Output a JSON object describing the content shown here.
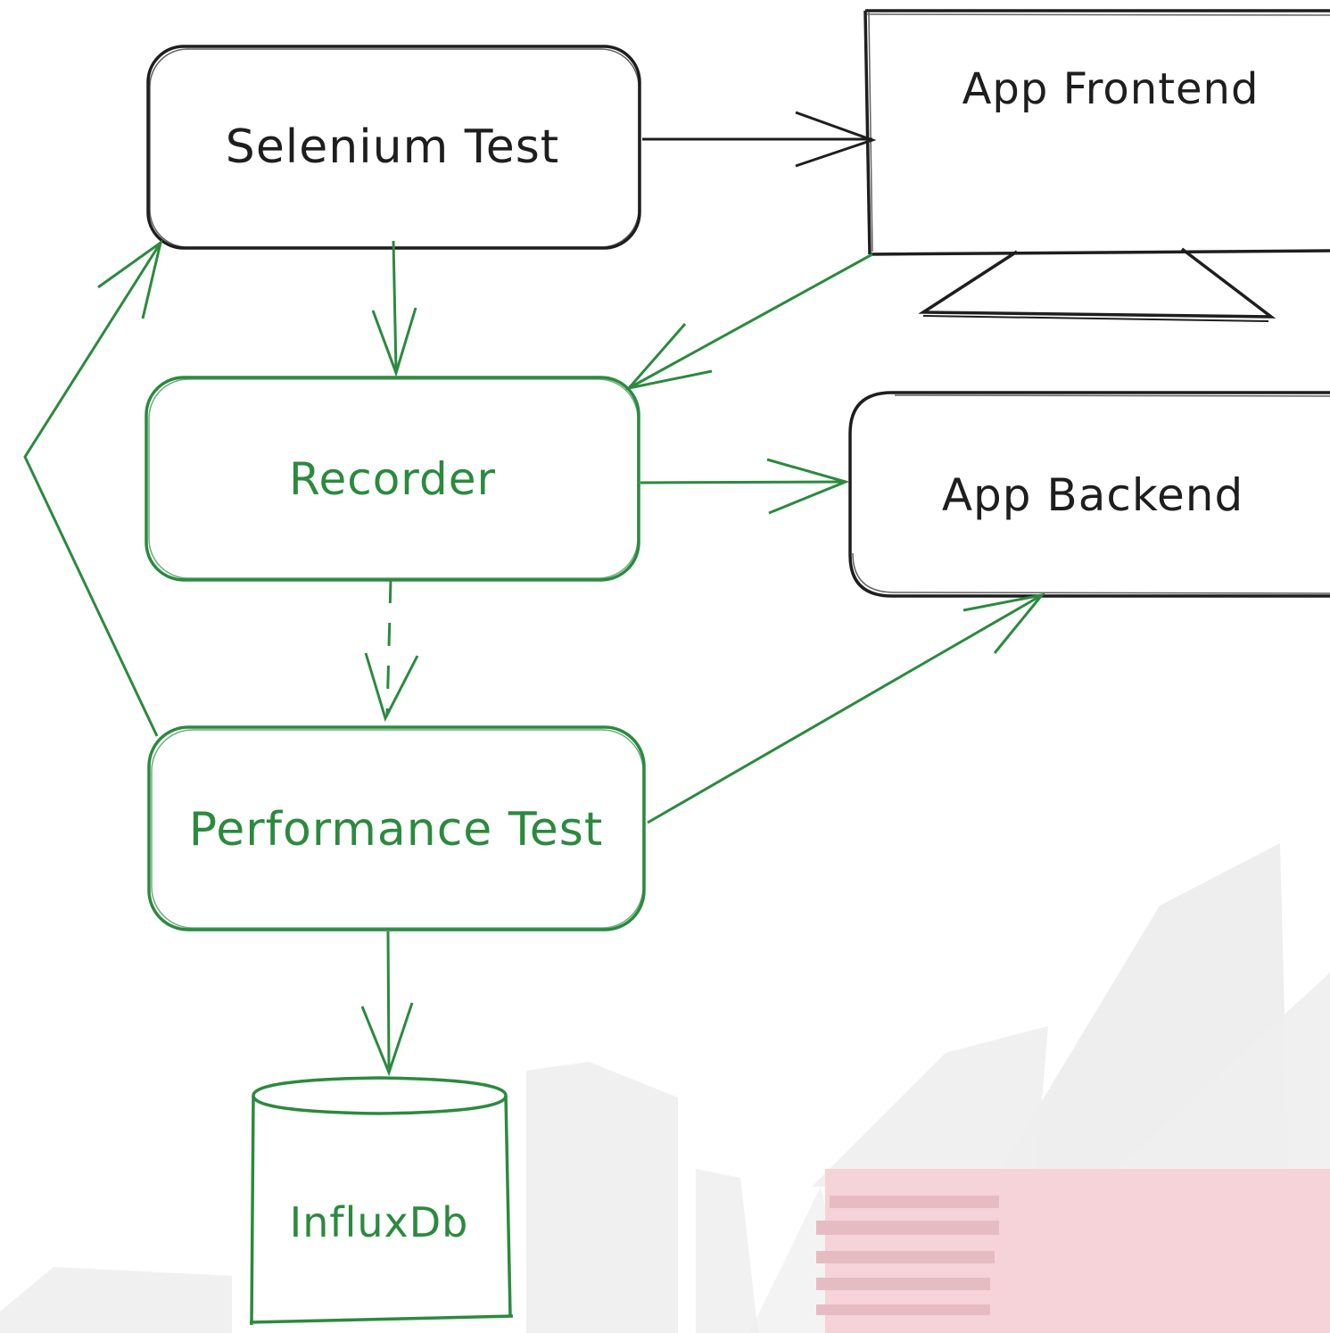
{
  "colors": {
    "ink": "#1e1e1e",
    "green": "#2b8a3e",
    "background_shapes": "#eeeeee",
    "pink_blur": "#f6d3d9",
    "pink_blur_dark": "#e6bcc3",
    "cream_blur": "#fbf1e4"
  },
  "nodes": {
    "selenium": {
      "label": "Selenium Test",
      "color": "ink",
      "shape": "rounded-rect"
    },
    "frontend": {
      "label": "App Frontend",
      "color": "ink",
      "shape": "monitor"
    },
    "recorder": {
      "label": "Recorder",
      "color": "green",
      "shape": "rounded-rect"
    },
    "backend": {
      "label": "App Backend",
      "color": "ink",
      "shape": "rounded-rect"
    },
    "perf": {
      "label": "Performance Test",
      "color": "green",
      "shape": "rounded-rect"
    },
    "influx": {
      "label": "InfluxDb",
      "color": "green",
      "shape": "cylinder"
    }
  },
  "edges": [
    {
      "from": "selenium",
      "to": "frontend",
      "style": "solid",
      "color": "ink"
    },
    {
      "from": "selenium",
      "to": "recorder",
      "style": "solid",
      "color": "green"
    },
    {
      "from": "frontend",
      "to": "recorder",
      "style": "solid",
      "color": "green"
    },
    {
      "from": "recorder",
      "to": "backend",
      "style": "solid",
      "color": "green"
    },
    {
      "from": "recorder",
      "to": "perf",
      "style": "dashed",
      "color": "green"
    },
    {
      "from": "perf",
      "to": "backend",
      "style": "solid",
      "color": "green"
    },
    {
      "from": "perf",
      "to": "selenium",
      "style": "solid",
      "color": "green"
    },
    {
      "from": "perf",
      "to": "influx",
      "style": "solid",
      "color": "green"
    }
  ]
}
